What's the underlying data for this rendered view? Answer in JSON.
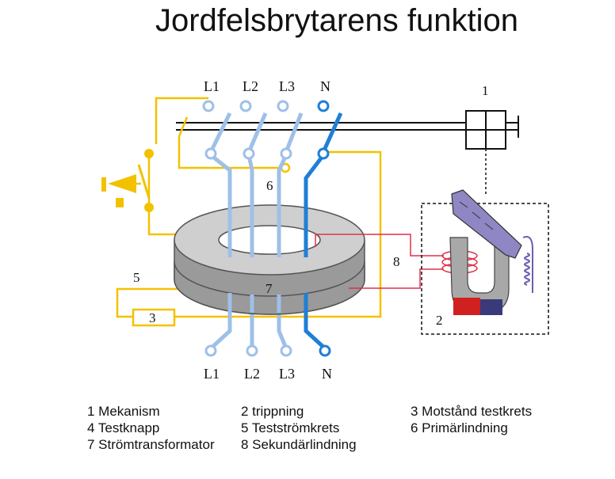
{
  "title": "Jordfelsbrytarens funktion",
  "top_labels": [
    "L1",
    "L2",
    "L3",
    "N"
  ],
  "bottom_labels": [
    "L1",
    "L2",
    "L3",
    "N"
  ],
  "callouts": {
    "mechanism": "1",
    "tripping": "2",
    "resistor": "3",
    "test_circuit": "5",
    "primary": "6",
    "transformer": "7",
    "secondary": "8"
  },
  "legend": [
    "1 Mekanism",
    "2 trippning",
    "3 Motstånd testkrets",
    "4 Testknapp",
    "5 Testströmkrets",
    "6 Primärlindning",
    "7 Strömtransformator",
    "8 Sekundärlindning"
  ],
  "colors": {
    "phase_conductor": "#9ec0e8",
    "neutral_conductor": "#1f7fd6",
    "test_circuit": "#f2c200",
    "secondary_winding": "#e0304a",
    "core_top": "#cfcfcf",
    "core_side": "#9a9a9a",
    "plunger": "#8f86c4",
    "magnet_red": "#d02020"
  }
}
